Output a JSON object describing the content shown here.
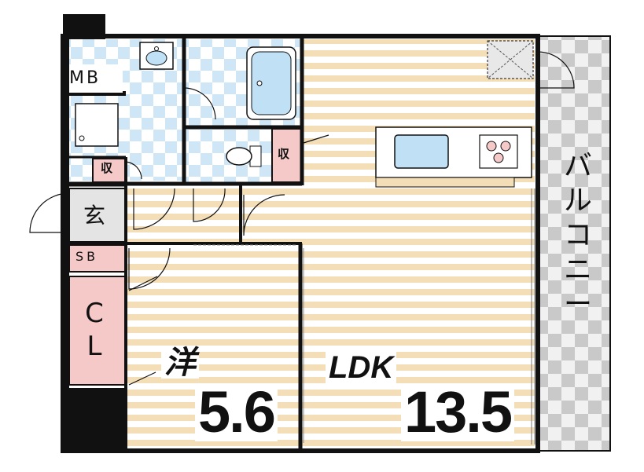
{
  "labels": {
    "mb": "MB",
    "storage_1": "収",
    "storage_2": "収",
    "entrance": "玄",
    "shoe_box": "SB",
    "closet": "CL",
    "western_room": "洋",
    "western_room_size": "5.6",
    "ldk": "LDK",
    "ldk_size": "13.5",
    "balcony": "バルコニー"
  },
  "colors": {
    "wood_stripe": "#f3deb8",
    "wall": "#111111",
    "wet_tile": "#cfe6f7",
    "balcony_tile": "#c9c9c9",
    "storage_pink": "#f6c9c9",
    "fixture_blue": "#bfe0f5"
  }
}
